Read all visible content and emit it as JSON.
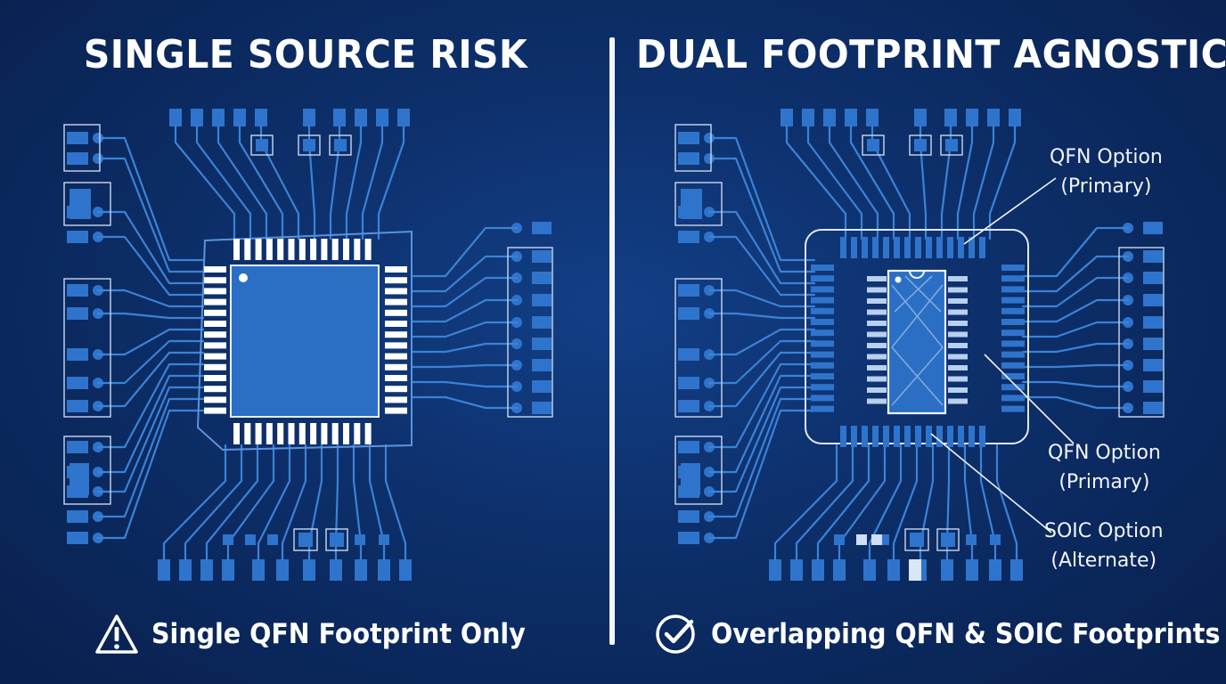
{
  "left_panel": {
    "title": "SINGLE SOURCE RISK",
    "footer_label": "Single QFN Footprint Only",
    "footer_icon": "warning-icon"
  },
  "right_panel": {
    "title": "DUAL FOOTPRINT AGNOSTIC",
    "footer_label": "Overlapping QFN & SOIC Footprints",
    "footer_icon": "check-circle-icon",
    "callouts": [
      {
        "line1": "QFN Option",
        "line2": "(Primary)"
      },
      {
        "line1": "QFN Option",
        "line2": "(Primary)"
      },
      {
        "line1": "SOIC Option",
        "line2": "(Alternate)"
      }
    ]
  },
  "colors": {
    "background": "#0d2f6a",
    "trace": "#3b82d6",
    "pad": "#2f74cc",
    "die": "#2b6fc4",
    "silkscreen": "#ffffff",
    "text": "#ffffff"
  }
}
